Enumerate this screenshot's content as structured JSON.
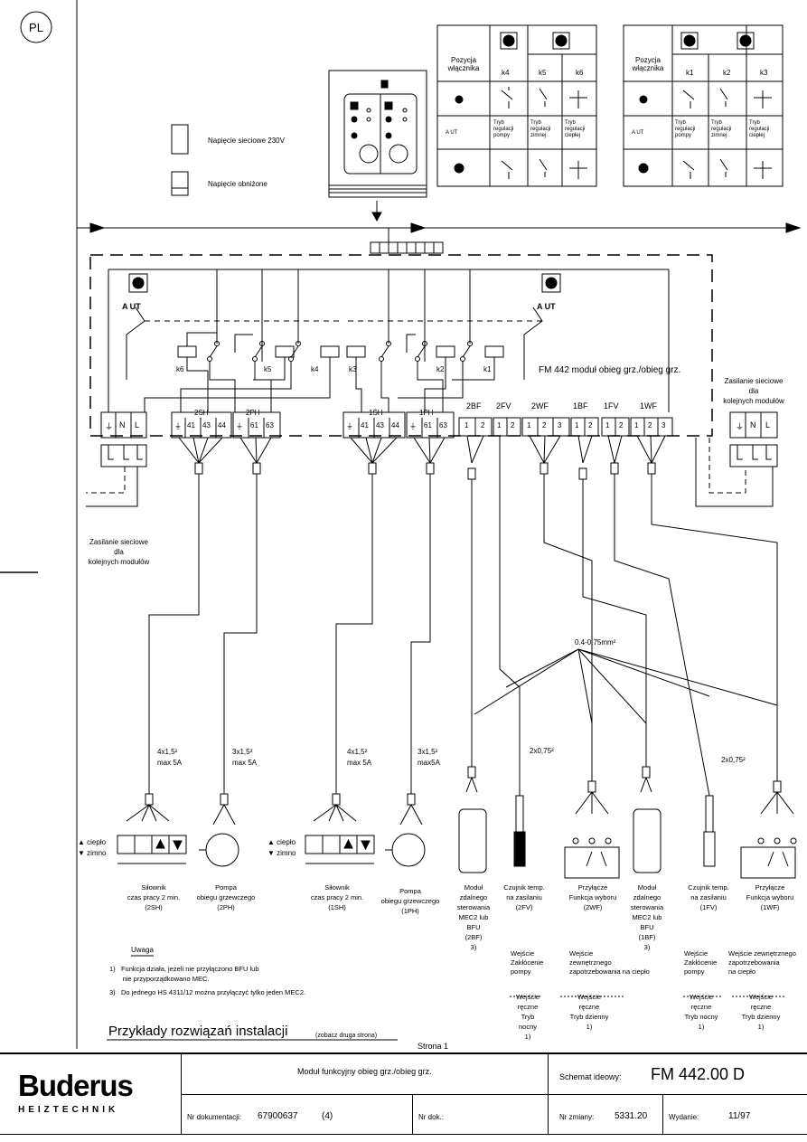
{
  "lang_badge": "PL",
  "legend": {
    "mains": "Napięcie sieciowe 230V",
    "low": "Napięcie obniżone"
  },
  "switch_table_left": {
    "position_label": [
      "Pozycja",
      "włącznika"
    ],
    "relays": [
      "k4",
      "k5",
      "k6"
    ],
    "row_off": "0",
    "row_aut": "A UT",
    "modes": [
      [
        "Tryb",
        "regulacji",
        "pompy"
      ],
      [
        "Tryb",
        "regulacji",
        "zimnej"
      ],
      [
        "Tryb",
        "regulacji",
        "ciepłej"
      ]
    ]
  },
  "switch_table_right": {
    "position_label": [
      "Pozycja",
      "włącznika"
    ],
    "relays": [
      "k1",
      "k2",
      "k3"
    ],
    "row_off": "0",
    "row_aut": "A UT",
    "modes": [
      [
        "Tryb",
        "regulacji",
        "pompy"
      ],
      [
        "Tryb",
        "regulacji",
        "zimnej"
      ],
      [
        "Tryb",
        "regulacji",
        "ciepłej"
      ]
    ]
  },
  "module_title": "FM 442 moduł obieg grz./obieg grz.",
  "relays_left": [
    "k6",
    "k5",
    "k4"
  ],
  "relays_right": [
    "k3",
    "k2",
    "k1"
  ],
  "switch_labels": {
    "zero": "0",
    "aut": "A UT"
  },
  "mains_feed": [
    "Zasilanie sieciowe",
    "dla",
    "kolejnych modułów"
  ],
  "terminal_groups": {
    "mains": [
      "⏚",
      "N",
      "L"
    ],
    "g2SH": {
      "label": "2SH",
      "pins": [
        "⏚",
        "41",
        "43",
        "44"
      ]
    },
    "g2PH": {
      "label": "2PH",
      "pins": [
        "⏚",
        "61",
        "63"
      ]
    },
    "g1SH": {
      "label": "1SH",
      "pins": [
        "⏚",
        "41",
        "43",
        "44"
      ]
    },
    "g1PH": {
      "label": "1PH",
      "pins": [
        "⏚",
        "61",
        "63"
      ]
    },
    "low": [
      {
        "label": "2BF",
        "pins": [
          "1",
          "2"
        ]
      },
      {
        "label": "2FV",
        "pins": [
          "1",
          "2"
        ]
      },
      {
        "label": "2WF",
        "pins": [
          "1",
          "2",
          "3"
        ]
      },
      {
        "label": "1BF",
        "pins": [
          "1",
          "2"
        ]
      },
      {
        "label": "1FV",
        "pins": [
          "1",
          "2"
        ]
      },
      {
        "label": "1WF",
        "pins": [
          "1",
          "2",
          "3"
        ]
      }
    ]
  },
  "cable_specs": {
    "a": [
      "4x1,5²",
      "max 5A"
    ],
    "b": [
      "3x1,5²",
      "max 5A"
    ],
    "c": [
      "4x1,5²",
      "max 5A"
    ],
    "d": [
      "3x1,5²",
      "max5A"
    ],
    "e": "2x0,75²",
    "f": "2x0,75²",
    "g": "0.4-0.75mm²"
  },
  "heat_cold": {
    "heat": "ciepło",
    "cold": "zimno"
  },
  "devices": {
    "d1": [
      "Siłownik",
      "czas pracy 2 min.",
      "(2SH)"
    ],
    "d2": [
      "Pompa",
      "obiegu grzewczego",
      "(2PH)"
    ],
    "d3": [
      "Siłownik",
      "czas pracy 2 min.",
      "(1SH)"
    ],
    "d4": [
      "Pompa",
      "obiegu grzewczego",
      "(1PH)"
    ],
    "d5": [
      "Moduł",
      "zdalnego",
      "sterowania",
      "MEC2 lub",
      "BFU",
      "(2BF)",
      "3)"
    ],
    "d6": [
      "Czujnik temp.",
      "na zasilaniu",
      "(2FV)"
    ],
    "d7": [
      "Przyłącze",
      "Funkcja wyboru",
      "(2WF)"
    ],
    "d8": [
      "Moduł",
      "zdalnego",
      "sterowania",
      "MEC2 lub",
      "BFU",
      "(1BF)",
      "3)"
    ],
    "d9": [
      "Czujnik temp.",
      "na zasilaniu",
      "(1FV)"
    ],
    "d10": [
      "Przyłącze",
      "Funkcja wyboru",
      "(1WF)"
    ]
  },
  "inputs": {
    "a1": [
      "Wejście",
      "Zakłócenie",
      "pompy"
    ],
    "a2": [
      "Wejście",
      "zewnętrznego",
      "zapotrzebowania na ciepło"
    ],
    "a3": [
      "Wejście",
      "ręczne",
      "Tryb nocny",
      "1)"
    ],
    "a4": [
      "Wejście",
      "ręczne",
      "Tryb dzienny",
      "1)"
    ],
    "b1": [
      "Wejście",
      "Zakłócenie",
      "pompy"
    ],
    "b2": [
      "Wejście zewnętrznego",
      "zapotrzebowania",
      "na ciepło"
    ],
    "b3": [
      "Wejście",
      "ręczne",
      "Tryb nocny",
      "1)"
    ],
    "b4": [
      "Wejście",
      "ręczne",
      "Tryb dzienny",
      "1)"
    ]
  },
  "notes": {
    "title": "Uwaga",
    "n1": [
      "1)",
      "Funkcja działa, jeżeli nie przyłączono BFU lub",
      "nie przyporządkowano MEC."
    ],
    "n3": [
      "3)",
      "Do jednego HS 4311/12 można przyłączyć tylko jeden MEC2."
    ]
  },
  "examples": {
    "title": "Przykłady rozwiązań instalacji",
    "sub": "(zobacz druga strona)",
    "page": "Strona 1"
  },
  "footer": {
    "brand": "Buderus",
    "brand_sub": "HEIZTECHNIK",
    "description": "Moduł funkcyjny obieg grz./obieg grz.",
    "schema_label": "Schemat ideowy:",
    "schema_value": "FM 442.00 D",
    "doc_label": "Nr dokumentacji:",
    "doc_value": "67900637",
    "doc_rev": "(4)",
    "nrdok_label": "Nr dok.:",
    "change_label": "Nr zmiany:",
    "change_value": "5331.20",
    "edition_label": "Wydanie:",
    "edition_value": "11/97"
  }
}
